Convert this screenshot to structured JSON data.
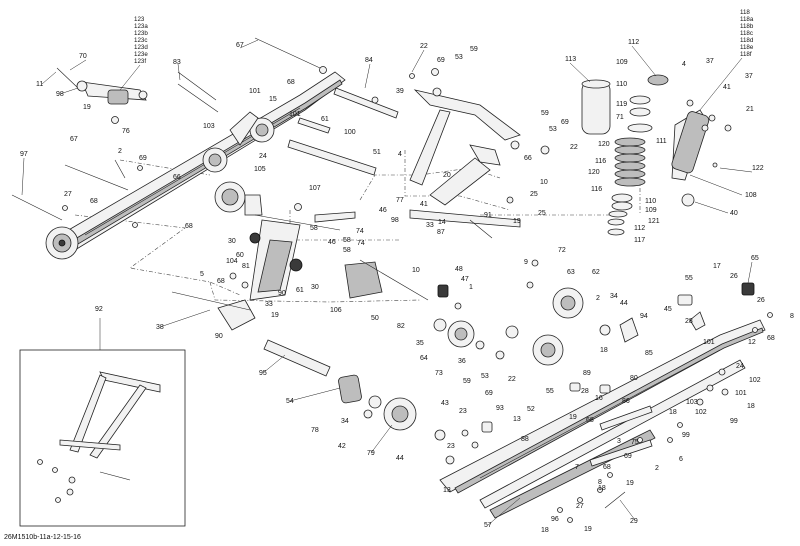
{
  "document_code": "26M1510b-11a-12-15-16",
  "callouts": {
    "c123": "123",
    "c123a": "123a",
    "c123b": "123b",
    "c123c": "123c",
    "c123d": "123d",
    "c123e": "123e",
    "c123f": "123f",
    "c118": "118",
    "c118a": "118a",
    "c118b": "118b",
    "c118c": "118c",
    "c118d": "118d",
    "c118e": "118e",
    "c118f": "118f",
    "c67a": "67",
    "c70": "70",
    "c11": "11",
    "c98": "98",
    "c19a": "19",
    "c76": "76",
    "c83": "83",
    "c68a": "68",
    "c84": "84",
    "c22a": "22",
    "c69a": "69",
    "c53a": "53",
    "c59a": "59",
    "c113": "113",
    "c112": "112",
    "c109a": "109",
    "c110a": "110",
    "c119": "119",
    "c71": "71",
    "c4a": "4",
    "c37a": "37",
    "c41a": "41",
    "c37b": "37",
    "c21": "21",
    "c101a": "101",
    "c103a": "103",
    "c15": "15",
    "c101b": "101",
    "c61a": "61",
    "c39": "39",
    "c100": "100",
    "c69b": "69",
    "c53b": "53",
    "c59b": "59",
    "c22b": "22",
    "c111": "111",
    "c120a": "120",
    "c116a": "116",
    "c120b": "120",
    "c116b": "116",
    "c110b": "110",
    "c109b": "109",
    "c121": "121",
    "c112b": "112",
    "c117": "117",
    "c122": "122",
    "c108": "108",
    "c40": "40",
    "c97": "97",
    "c67b": "67",
    "c2a": "2",
    "c69c": "69",
    "c66a": "66",
    "c27a": "27",
    "c68b": "68",
    "c24a": "24",
    "c105": "105",
    "c4b": "4",
    "c51": "51",
    "c66b": "66",
    "c10a": "10",
    "c25a": "25",
    "c20": "20",
    "c41b": "41",
    "c77": "77",
    "c46a": "46",
    "c98b": "98",
    "c33a": "33",
    "c14": "14",
    "c87": "87",
    "c25b": "25",
    "c19b": "19",
    "c91": "91",
    "c107": "107",
    "c58a": "58",
    "c74a": "74",
    "c58b": "58",
    "c74b": "74",
    "c46b": "46",
    "c58c": "58",
    "c10b": "10",
    "c68c": "68",
    "c30a": "30",
    "c60": "60",
    "c104": "104",
    "c81": "81",
    "c90a": "90",
    "c61b": "61",
    "c30b": "30",
    "c5": "5",
    "c68d": "68",
    "c33b": "33",
    "c19c": "19",
    "c38": "38",
    "c90b": "90",
    "c106": "106",
    "c50": "50",
    "c48": "48",
    "c47": "47",
    "c1": "1",
    "c82": "82",
    "c35": "35",
    "c64": "64",
    "c36": "36",
    "c73": "73",
    "c59c": "59",
    "c53c": "53",
    "c22c": "22",
    "c69d": "69",
    "c9": "9",
    "c72": "72",
    "c63": "63",
    "c62": "62",
    "c34a": "34",
    "c44a": "44",
    "c2b": "2",
    "c18a": "18",
    "c94": "94",
    "c55a": "55",
    "c45": "45",
    "c28a": "28",
    "c17": "17",
    "c26a": "26",
    "c65": "65",
    "c26b": "26",
    "c8a": "8",
    "c12": "12",
    "c68e": "68",
    "c92": "92",
    "c95": "95",
    "c54": "54",
    "c78": "78",
    "c34b": "34",
    "c42": "42",
    "c79": "79",
    "c44b": "44",
    "c43": "43",
    "c23a": "23",
    "c23b": "23",
    "c93": "93",
    "c13a": "13",
    "c52": "52",
    "c89": "89",
    "c55b": "55",
    "c28b": "28",
    "c19d": "19",
    "c16": "16",
    "c68f": "68",
    "c75": "75",
    "c101c": "101",
    "c102a": "102",
    "c103b": "103",
    "c102b": "102",
    "c18b": "18",
    "c99a": "99",
    "c99b": "99",
    "c24b": "24",
    "c18c": "18",
    "c13b": "13",
    "c88": "88",
    "c3": "3",
    "c6": "6",
    "c7": "7",
    "c68g": "68",
    "c69e": "69",
    "c2c": "2",
    "c19e": "19",
    "c8b": "8",
    "c27b": "27",
    "c96": "96",
    "c18d": "18",
    "c19f": "19",
    "c57": "57",
    "c29": "29",
    "c18e": "18",
    "c86": "86",
    "c80": "80",
    "c85": "85"
  }
}
